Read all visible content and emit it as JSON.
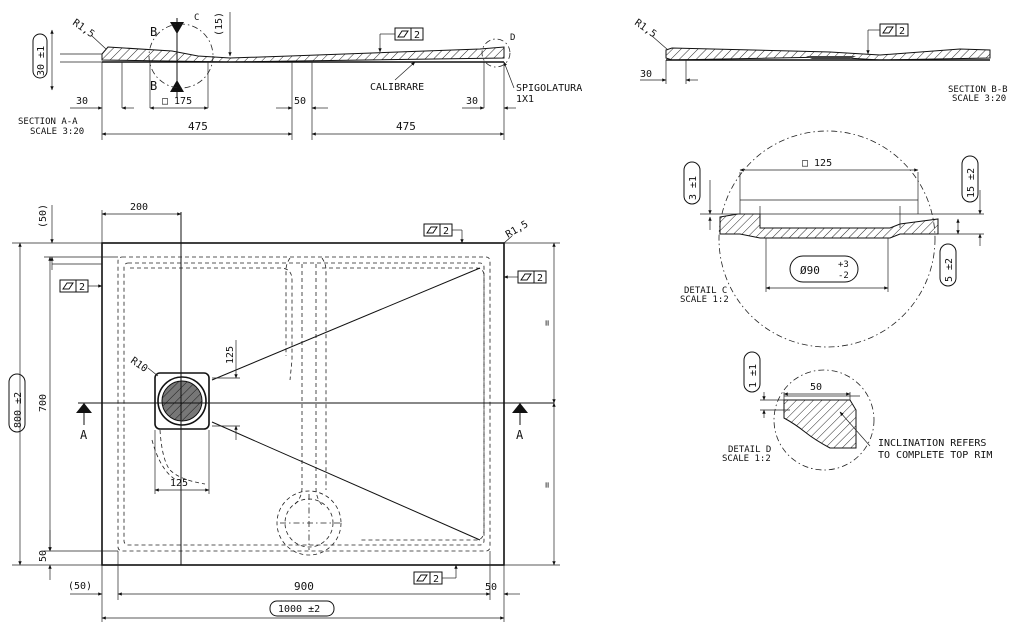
{
  "section_aa": {
    "title": "SECTION A-A",
    "scale": "SCALE 3:20",
    "thickness": "30 ±1",
    "rim_radius": "R1,5",
    "label_b": "B",
    "label_c": "C",
    "label_d": "D",
    "height_15": "(15)",
    "flatness": "2",
    "calibrare": "CALIBRARE",
    "spigolatura": "SPIGOLATURA",
    "spigolatura_size": "1X1",
    "dim_30_left": "30",
    "dim_175": "□ 175",
    "dim_50": "50",
    "dim_30_right": "30",
    "dim_475_left": "475",
    "dim_475_right": "475"
  },
  "plan": {
    "dim_50_top": "(50)",
    "dim_200": "200",
    "flatness_top": "2",
    "rim_radius": "R1,5",
    "flatness_left": "2",
    "flatness_right": "2",
    "flatness_bottom": "2",
    "overall_height": "800 ±2",
    "inner_height": "700",
    "label_a_left": "A",
    "label_a_right": "A",
    "radius_drain": "R10",
    "dim_125_v": "125",
    "dim_125_h": "125",
    "dim_50_bottom_left": "50",
    "dim_50_left": "(50)",
    "dim_900": "900",
    "dim_50_right": "50",
    "overall_width": "1000 ±2",
    "equal_mark": "="
  },
  "section_bb": {
    "rim_radius": "R1,5",
    "flatness": "2",
    "dim_30": "30",
    "title": "SECTION B-B",
    "scale": "SCALE 3:20"
  },
  "detail_c": {
    "dim_3": "3 ±1",
    "dim_125": "□ 125",
    "dim_15": "15 ±2",
    "dim_5": "5 ±2",
    "diameter": "Ø90",
    "tol_plus": "+3",
    "tol_minus": "-2",
    "title": "DETAIL C",
    "scale": "SCALE 1:2"
  },
  "detail_d": {
    "dim_1": "1 ±1",
    "dim_50": "50",
    "title": "DETAIL D",
    "scale": "SCALE 1:2",
    "note_line1": "INCLINATION REFERS",
    "note_line2": "TO COMPLETE TOP RIM"
  }
}
